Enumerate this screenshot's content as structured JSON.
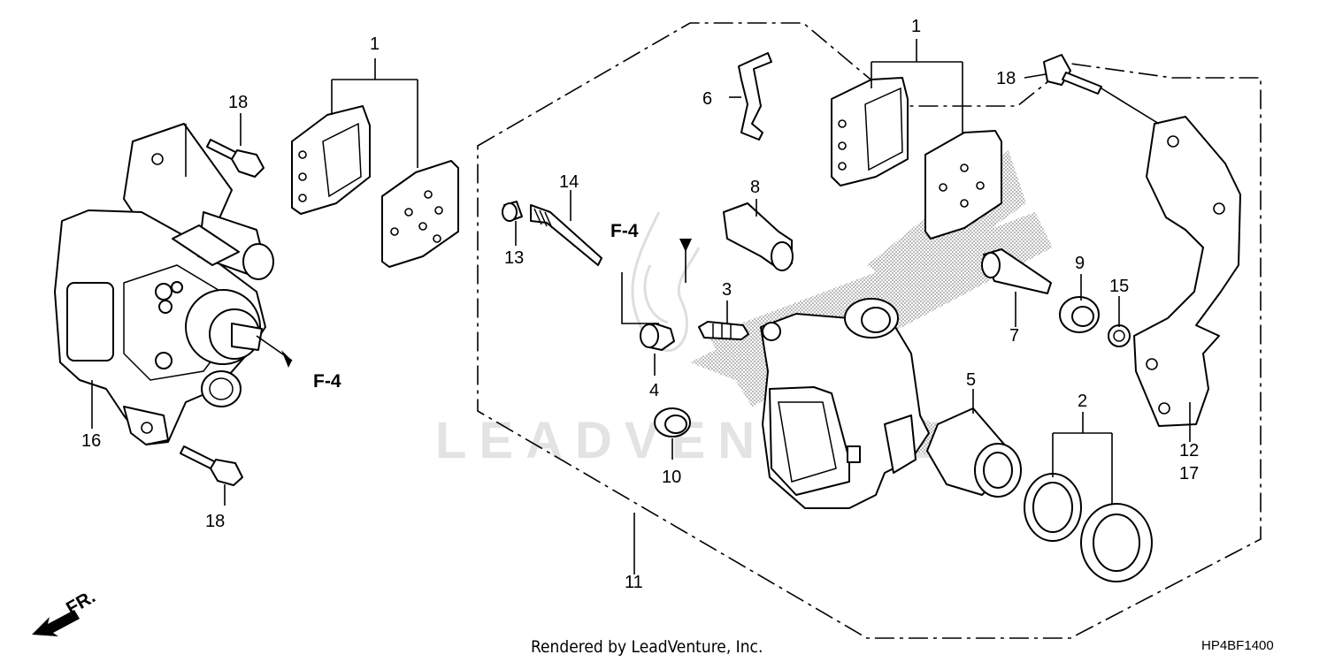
{
  "labels": {
    "l1a": "1",
    "l1b": "1",
    "l2": "2",
    "l3": "3",
    "l4": "4",
    "l5": "5",
    "l6": "6",
    "l7": "7",
    "l8": "8",
    "l9": "9",
    "l10": "10",
    "l11": "11",
    "l12": "12",
    "l13": "13",
    "l14": "14",
    "l15": "15",
    "l16": "16",
    "l17": "17",
    "l18a": "18",
    "l18b": "18",
    "l18c": "18"
  },
  "refs": {
    "f4_left": "F-4",
    "f4_center": "F-4"
  },
  "direction": {
    "fr": "FR."
  },
  "watermark": "LEADVENTURE",
  "footer": {
    "rendered_by": "Rendered by LeadVenture, Inc.",
    "diagram_code": "HP4BF1400"
  },
  "colors": {
    "line": "#000000",
    "background": "#ffffff",
    "watermark": "#e3e3e3",
    "shading": "#9a9a9a"
  }
}
